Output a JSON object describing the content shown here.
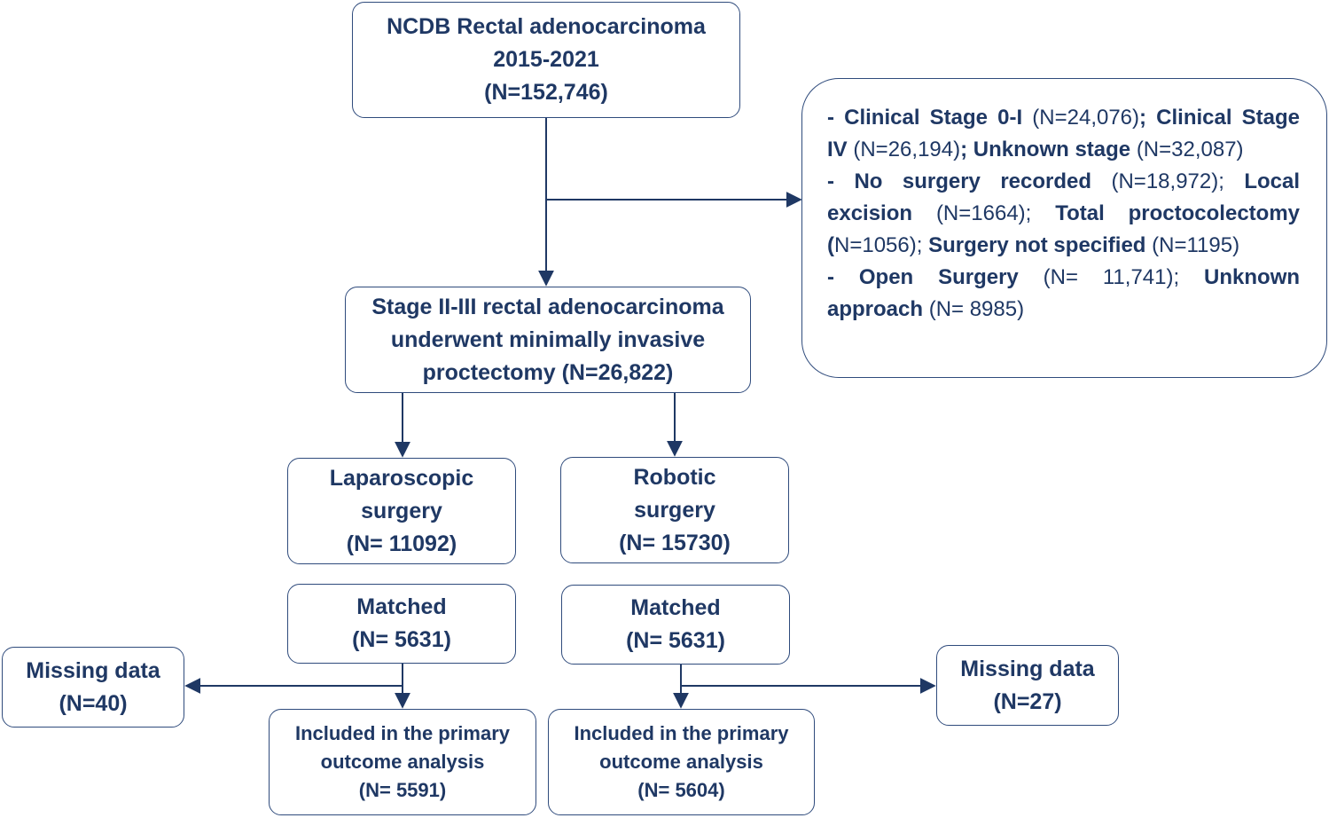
{
  "source": {
    "line1": "NCDB Rectal adenocarcinoma",
    "line2": "2015-2021",
    "line3": "(N=152,746)"
  },
  "exclusions": {
    "item1": {
      "dash": "-",
      "a_label": "Clinical Stage 0-I",
      "a_n": "(N=24,076)",
      "sep1": ";",
      "b_label": "Clinical Stage IV",
      "b_n": "(N=26,194)",
      "sep2": ";",
      "c_label": "Unknown stage",
      "c_n": "(N=32,087)"
    },
    "item2": {
      "dash": "-",
      "a_label": "No surgery recorded",
      "a_n": "(N=18,972);",
      "b_label": "Local excision",
      "b_n": "(N=1664);",
      "c_label": "Total proctocolectomy",
      "c_open": "(",
      "c_n": "N=1056);",
      "d_label": "Surgery not specified",
      "d_n": "(N=1195)"
    },
    "item3": {
      "dash": "-",
      "a_label": "Open Surgery",
      "a_n": "(N= 11,741);",
      "b_label": "Unknown approach",
      "b_n": "(N= 8985)"
    }
  },
  "cohort": {
    "line1": "Stage II-III rectal adenocarcinoma",
    "line2": "underwent minimally invasive",
    "line3": "proctectomy (N=26,822)"
  },
  "laparoscopic": {
    "line1": "Laparoscopic",
    "line2": "surgery",
    "line3": "(N= 11092)"
  },
  "robotic": {
    "line1": "Robotic",
    "line2": "surgery",
    "line3": "(N= 15730)"
  },
  "matched_lap": {
    "line1": "Matched",
    "line2": "(N= 5631)"
  },
  "matched_rob": {
    "line1": "Matched",
    "line2": "(N= 5631)"
  },
  "missing_lap": {
    "line1": "Missing data",
    "line2": "(N=40)"
  },
  "missing_rob": {
    "line1": "Missing data",
    "line2": "(N=27)"
  },
  "included_lap": {
    "line1": "Included in the primary",
    "line2": "outcome analysis",
    "line3": "(N= 5591)"
  },
  "included_rob": {
    "line1": "Included in the primary",
    "line2": "outcome analysis",
    "line3": "(N= 5604)"
  },
  "colors": {
    "border": "#2f4b7c",
    "text": "#1f3864",
    "arrow": "#1f3864"
  }
}
